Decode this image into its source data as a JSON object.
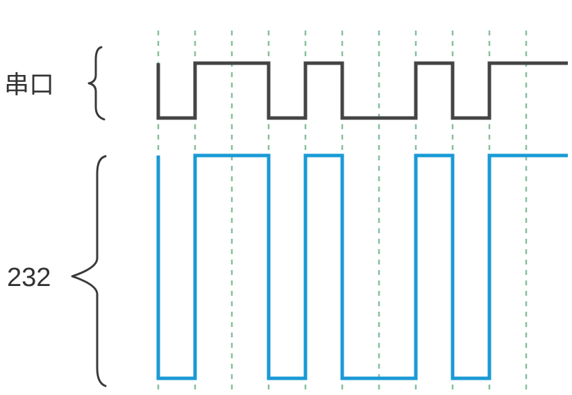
{
  "rows": [
    {
      "id": "serial",
      "label": "串口",
      "color": "#444444",
      "levels": [
        0,
        1,
        1,
        0,
        1,
        0,
        0,
        1,
        0,
        1,
        1
      ]
    },
    {
      "id": "rs232",
      "label": "232",
      "color": "#1a9ad6",
      "levels": [
        0,
        1,
        1,
        0,
        1,
        0,
        0,
        1,
        0,
        1,
        1
      ]
    }
  ],
  "guide_color": "#86bf9a"
}
